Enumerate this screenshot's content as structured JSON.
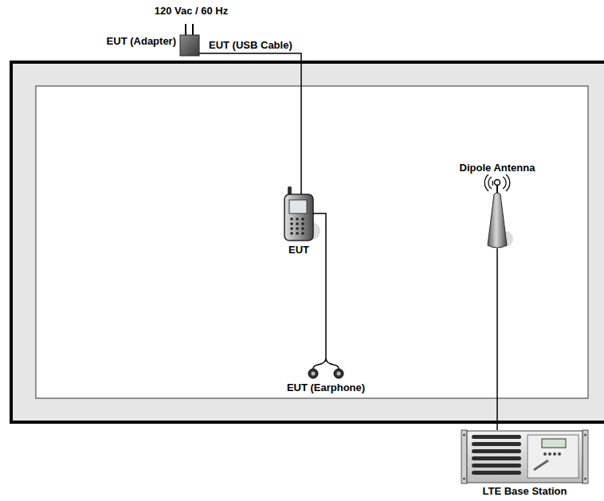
{
  "diagram": {
    "nodes": [
      {
        "text": [
          "EUT (Adapter)"
        ]
      },
      {
        "text": [
          "EUT"
        ]
      },
      {
        "text": [
          "EUT (Earphone)"
        ]
      },
      {
        "text": [
          "Dipole Antenna"
        ]
      },
      {
        "text": [
          "LTE Base Station"
        ]
      }
    ],
    "edges": [
      {
        "from": 0,
        "to": 1,
        "arrow": "none",
        "label": "EUT (USB Cable)"
      },
      {
        "from": 1,
        "to": 2,
        "arrow": "none"
      },
      {
        "from": 3,
        "to": 4,
        "arrow": "none"
      }
    ],
    "labels": [
      "120 Vac / 60 Hz"
    ]
  }
}
